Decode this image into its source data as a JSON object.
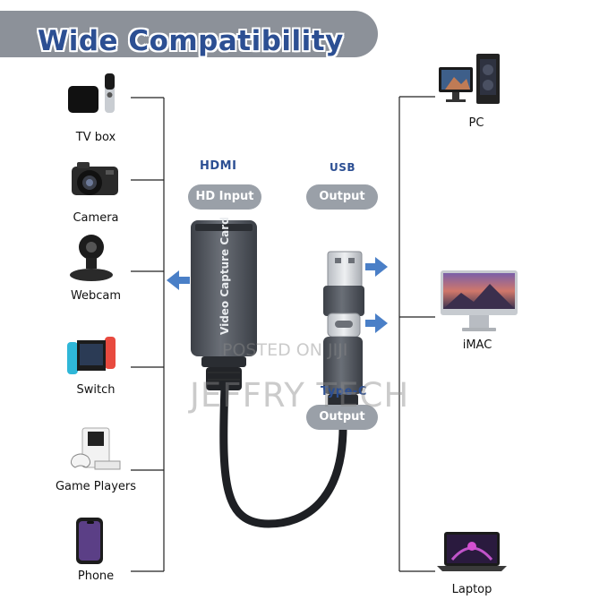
{
  "banner": {
    "title": "Wide Compatibility"
  },
  "input_devices": [
    {
      "label": "TV box",
      "icon": "tv-box-icon"
    },
    {
      "label": "Camera",
      "icon": "camera-icon"
    },
    {
      "label": "Webcam",
      "icon": "webcam-icon"
    },
    {
      "label": "Switch",
      "icon": "switch-console-icon"
    },
    {
      "label": "Game Players",
      "icon": "game-console-icon"
    },
    {
      "label": "Phone",
      "icon": "phone-icon"
    }
  ],
  "output_devices": [
    {
      "label": "PC",
      "icon": "pc-icon"
    },
    {
      "label": "iMAC",
      "icon": "imac-icon"
    },
    {
      "label": "Laptop",
      "icon": "laptop-icon"
    }
  ],
  "adapter": {
    "body_text": "Video Capture Card",
    "hdmi_tag": "HDMI",
    "hdmi_pill": "HD Input",
    "usb_tag": "USB",
    "usb_pill": "Output",
    "typec_tag": "Type-C",
    "typec_pill": "Output"
  },
  "watermark": {
    "line1": "POSTED ON JIJI",
    "line2": "JEFFRY TECH"
  },
  "colors": {
    "accent_blue": "#2c4f93",
    "banner_gray": "#8c9199",
    "pill_gray": "#9aa0a8",
    "arrow_blue": "#4a7fc7"
  }
}
